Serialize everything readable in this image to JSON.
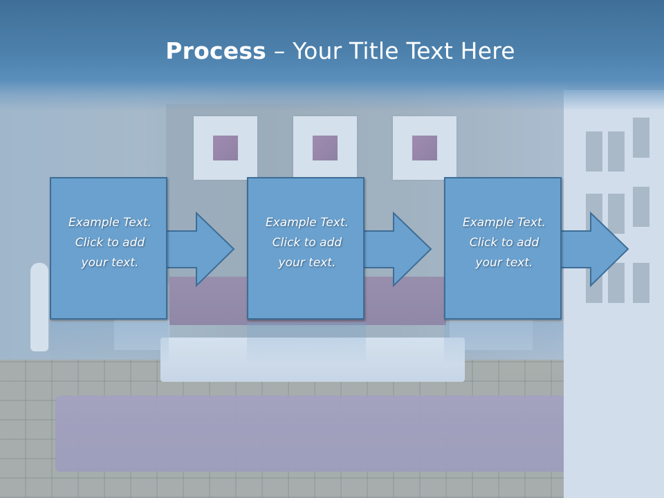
{
  "slide": {
    "title_bold": "Process",
    "title_rest": " – Your Title Text Here",
    "colors": {
      "title_band": "#4c80ab",
      "box_fill": "#6aa1cf",
      "box_border": "#3d6d96",
      "text": "#ffffff"
    }
  },
  "steps": [
    {
      "text": "Example Text.\nClick  to add\nyour text."
    },
    {
      "text": "Example Text.\nClick  to add\nyour text."
    },
    {
      "text": "Example Text.\nClick  to add\nyour text."
    }
  ],
  "icons": [
    "arrow-right-icon"
  ]
}
